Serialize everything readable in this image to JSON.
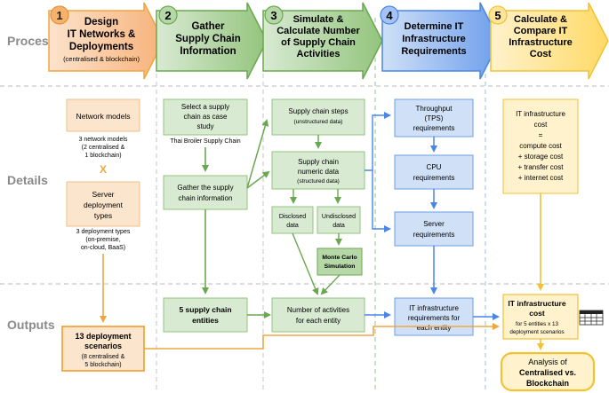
{
  "rows": {
    "process": "Process",
    "details": "Details",
    "outputs": "Outputs"
  },
  "stages": [
    {
      "num": "1",
      "title1": "Design",
      "title2": "IT Networks &",
      "title3": "Deployments",
      "sub": "(centralised & blockchain)"
    },
    {
      "num": "2",
      "title1": "Gather",
      "title2": "Supply Chain",
      "title3": "Information"
    },
    {
      "num": "3",
      "title1": "Simulate &",
      "title2": "Calculate Number",
      "title3": "of Supply Chain",
      "title4": "Activities"
    },
    {
      "num": "4",
      "title1": "Determine IT",
      "title2": "Infrastructure",
      "title3": "Requirements"
    },
    {
      "num": "5",
      "title1": "Calculate &",
      "title2": "Compare IT",
      "title3": "Infrastructure",
      "title4": "Cost"
    }
  ],
  "col1": {
    "network_models": "Network models",
    "network_note1": "3 network models",
    "network_note2": "(2 centralised &",
    "network_note3": "1 blockchain)",
    "times": "X",
    "server1": "Server",
    "server2": "deployment",
    "server3": "types",
    "server_note1": "3 deployment types",
    "server_note2": "(on-premise,",
    "server_note3": "on-cloud, BaaS)",
    "out1": "13 deployment",
    "out2": "scenarios",
    "out3": "(8 centralised &",
    "out4": "5 blockchain)"
  },
  "col2": {
    "select1": "Select a supply",
    "select2": "chain as case",
    "select3": "study",
    "case_name": "Thai Broiler Supply Chain",
    "gather1": "Gather the supply",
    "gather2": "chain information",
    "out1": "5 supply chain",
    "out2": "entities"
  },
  "col3": {
    "steps1": "Supply chain steps",
    "steps2": "(unstructured data)",
    "numeric1": "Supply chain",
    "numeric2": "numeric data",
    "numeric3": "(structured data)",
    "disclosed1": "Disclosed",
    "disclosed2": "data",
    "undisclosed1": "Undisclosed",
    "undisclosed2": "data",
    "mc1": "Monte Carlo",
    "mc2": "Simulation",
    "out1": "Number of activities",
    "out2": "for each entity"
  },
  "col4": {
    "tps1": "Throughput",
    "tps2": "(TPS)",
    "tps3": "requirements",
    "cpu1": "CPU",
    "cpu2": "requirements",
    "server1": "Server",
    "server2": "requirements",
    "out1": "IT infrastructure",
    "out2": "requirements for",
    "out3": "each entity"
  },
  "col5": {
    "f1": "IT infrastructure",
    "f2": "cost",
    "f3": "=",
    "f4": "compute cost",
    "f5": "+ storage cost",
    "f6": "+ transfer cost",
    "f7": "+ internet cost",
    "out1": "IT infrastructure",
    "out2": "cost",
    "out3": "for 5 entities x 13",
    "out4": "deployment scenarios",
    "analysis1": "Analysis of",
    "analysis2": "Centralised vs.",
    "analysis3": "Blockchain"
  },
  "colors": {
    "orange_fill": "#fbd5b3",
    "orange_line": "#f0a640",
    "green_fill": "#d9ead3",
    "green_line": "#6aa84f",
    "blue_fill": "#cfe0f7",
    "blue_line": "#4a86e8",
    "yellow_fill": "#fff2cc",
    "yellow_line": "#f1c232"
  }
}
